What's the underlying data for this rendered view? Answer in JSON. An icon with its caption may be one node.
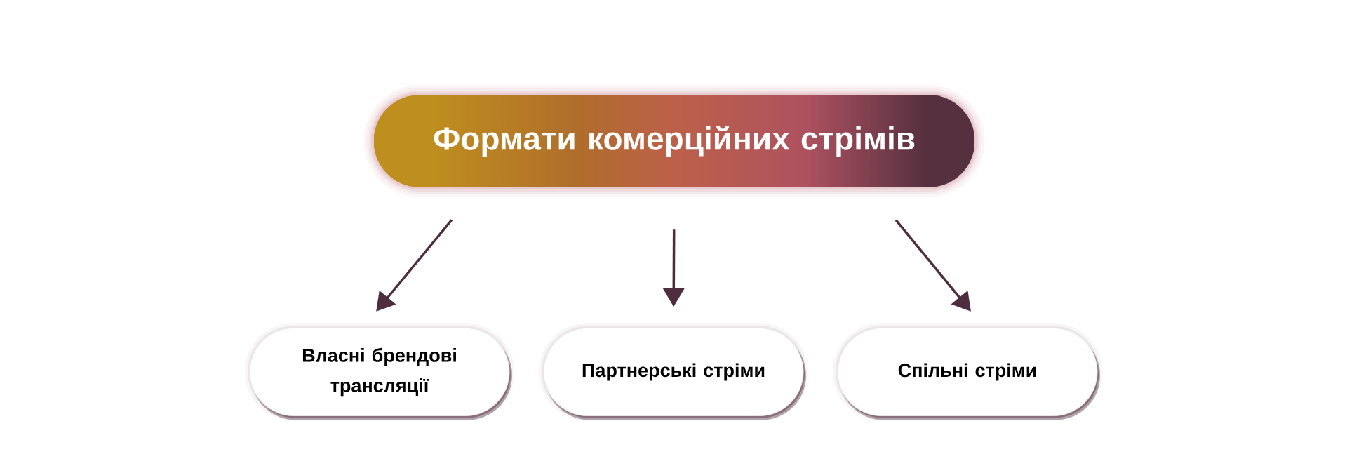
{
  "diagram": {
    "nodes": [
      {
        "text": [
          "Формати комерційних стрімів"
        ]
      },
      {
        "text": [
          "Власні брендові трансляції"
        ]
      },
      {
        "text": [
          "Партнерські стріми"
        ]
      },
      {
        "text": [
          "Спільні стріми"
        ]
      }
    ],
    "edges": [
      {
        "from": 0,
        "to": 1,
        "arrow": "to"
      },
      {
        "from": 0,
        "to": 2,
        "arrow": "to"
      },
      {
        "from": 0,
        "to": 3,
        "arrow": "to"
      }
    ]
  }
}
